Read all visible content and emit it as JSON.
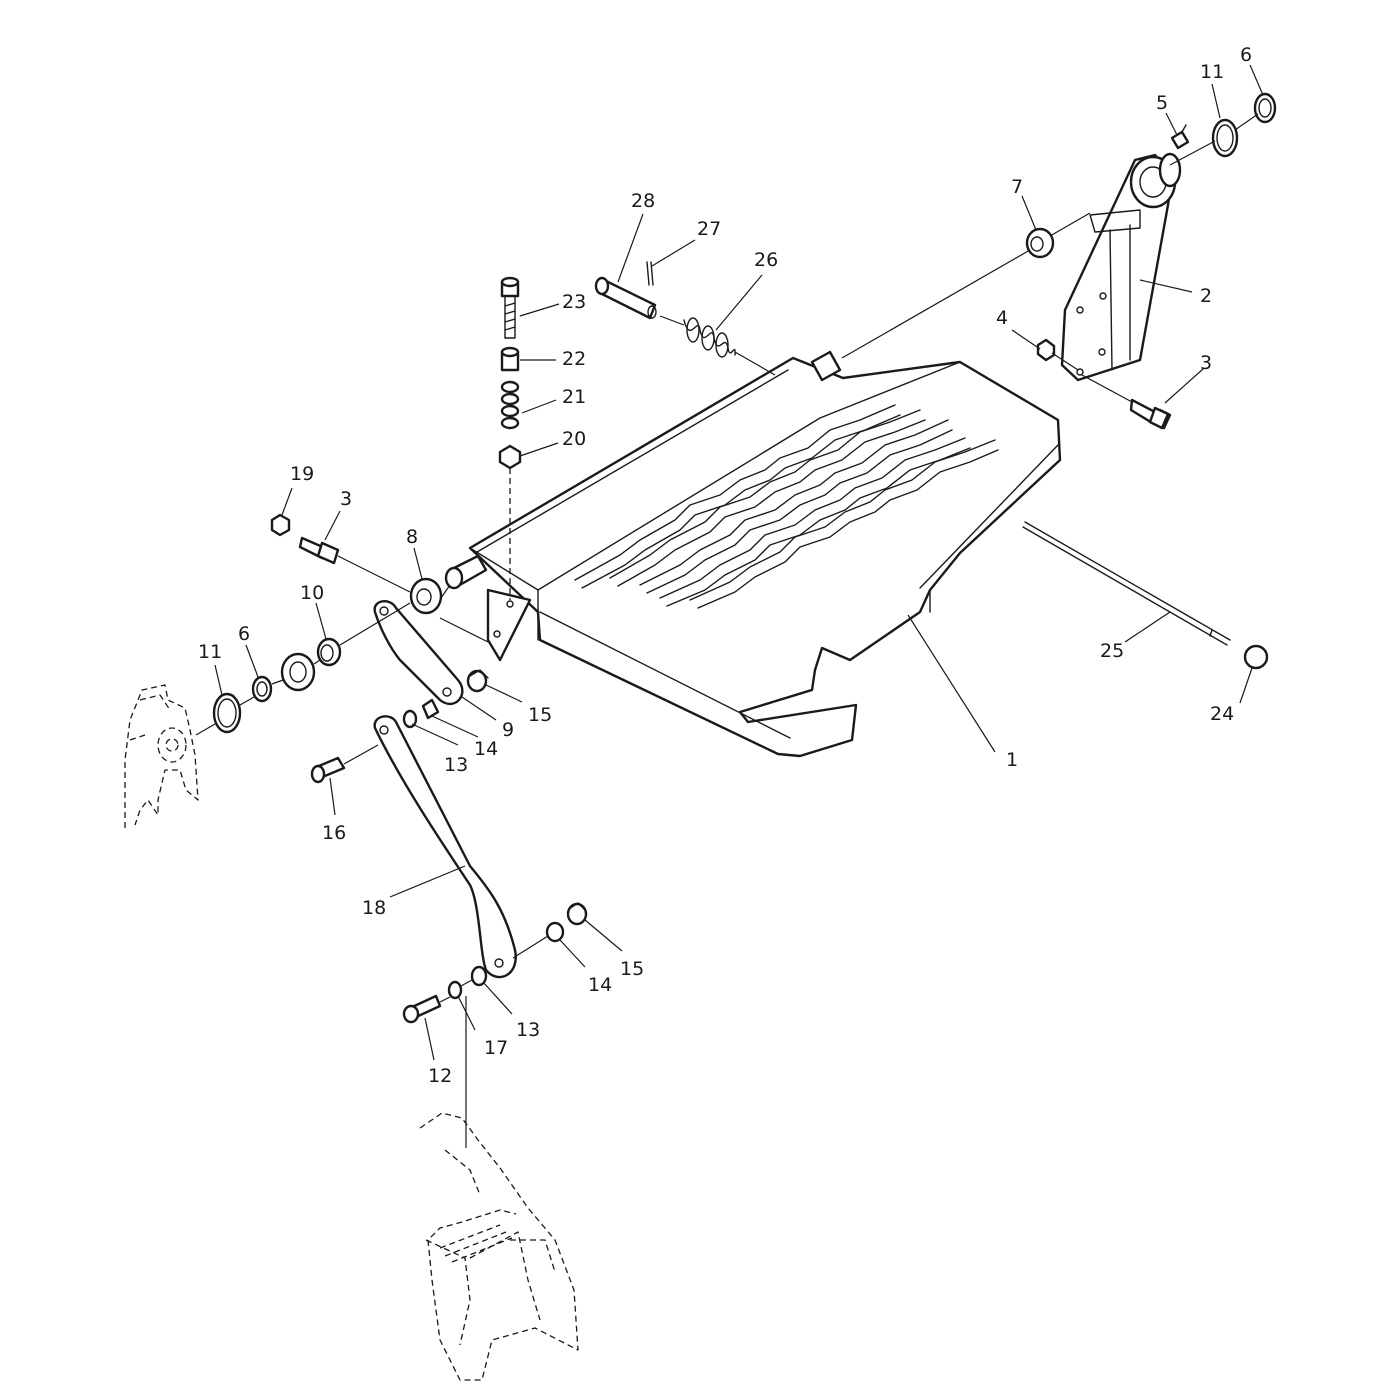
{
  "callouts": [
    {
      "id": "c1",
      "label": "1"
    },
    {
      "id": "c2",
      "label": "2"
    },
    {
      "id": "c3a",
      "label": "3"
    },
    {
      "id": "c3b",
      "label": "3"
    },
    {
      "id": "c4",
      "label": "4"
    },
    {
      "id": "c5",
      "label": "5"
    },
    {
      "id": "c6a",
      "label": "6"
    },
    {
      "id": "c6b",
      "label": "6"
    },
    {
      "id": "c7",
      "label": "7"
    },
    {
      "id": "c8",
      "label": "8"
    },
    {
      "id": "c9",
      "label": "9"
    },
    {
      "id": "c10",
      "label": "10"
    },
    {
      "id": "c11a",
      "label": "11"
    },
    {
      "id": "c11b",
      "label": "11"
    },
    {
      "id": "c12",
      "label": "12"
    },
    {
      "id": "c13a",
      "label": "13"
    },
    {
      "id": "c13b",
      "label": "13"
    },
    {
      "id": "c14a",
      "label": "14"
    },
    {
      "id": "c14b",
      "label": "14"
    },
    {
      "id": "c15a",
      "label": "15"
    },
    {
      "id": "c15b",
      "label": "15"
    },
    {
      "id": "c16",
      "label": "16"
    },
    {
      "id": "c17",
      "label": "17"
    },
    {
      "id": "c18",
      "label": "18"
    },
    {
      "id": "c19",
      "label": "19"
    },
    {
      "id": "c20",
      "label": "20"
    },
    {
      "id": "c21",
      "label": "21"
    },
    {
      "id": "c22",
      "label": "22"
    },
    {
      "id": "c23",
      "label": "23"
    },
    {
      "id": "c24",
      "label": "24"
    },
    {
      "id": "c25",
      "label": "25"
    },
    {
      "id": "c26",
      "label": "26"
    },
    {
      "id": "c27",
      "label": "27"
    },
    {
      "id": "c28",
      "label": "28"
    }
  ]
}
